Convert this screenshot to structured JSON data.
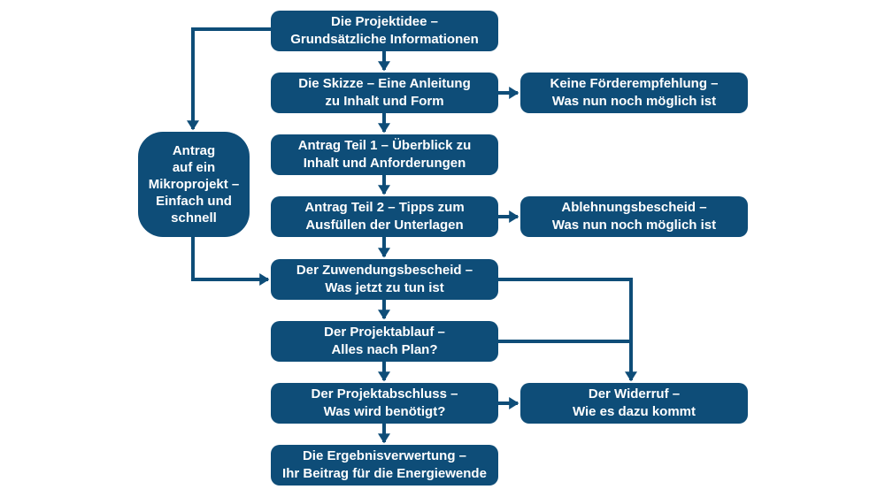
{
  "diagram": {
    "type": "flowchart",
    "language": "de",
    "colors": {
      "box": "#0e4d78",
      "line": "#0e4d78",
      "text": "#ffffff",
      "background": "#ffffff"
    },
    "nodes": {
      "main": [
        {
          "id": "projektidee",
          "label": "Die Projektidee –\nGrundsätzliche Informationen"
        },
        {
          "id": "skizze",
          "label": "Die Skizze – Eine Anleitung\nzu Inhalt und Form"
        },
        {
          "id": "antrag-teil-1",
          "label": "Antrag Teil 1 – Überblick zu\nInhalt und Anforderungen"
        },
        {
          "id": "antrag-teil-2",
          "label": "Antrag Teil 2 – Tipps zum\nAusfüllen der Unterlagen"
        },
        {
          "id": "zuwendungsbescheid",
          "label": "Der Zuwendungsbescheid –\nWas jetzt zu tun ist"
        },
        {
          "id": "projektablauf",
          "label": "Der Projektablauf –\nAlles nach Plan?"
        },
        {
          "id": "projektabschluss",
          "label": "Der Projektabschluss –\nWas wird benötigt?"
        },
        {
          "id": "ergebnisverwertung",
          "label": "Die Ergebnisverwertung –\nIhr Beitrag für die Energiewende"
        }
      ],
      "left": {
        "id": "mikroprojekt",
        "label": "Antrag\nauf ein\nMikroprojekt –\nEinfach und\nschnell"
      },
      "side": [
        {
          "id": "keine-foerderempfehlung",
          "label": "Keine Förderempfehlung –\nWas nun noch möglich ist"
        },
        {
          "id": "ablehnungsbescheid",
          "label": "Ablehnungsbescheid –\nWas nun noch möglich ist"
        },
        {
          "id": "widerruf",
          "label": "Der Widerruf –\nWie es dazu kommt"
        }
      ]
    },
    "edges": [
      {
        "from": "projektidee",
        "to": "skizze"
      },
      {
        "from": "skizze",
        "to": "antrag-teil-1"
      },
      {
        "from": "antrag-teil-1",
        "to": "antrag-teil-2"
      },
      {
        "from": "antrag-teil-2",
        "to": "zuwendungsbescheid"
      },
      {
        "from": "zuwendungsbescheid",
        "to": "projektablauf"
      },
      {
        "from": "projektablauf",
        "to": "projektabschluss"
      },
      {
        "from": "projektabschluss",
        "to": "ergebnisverwertung"
      },
      {
        "from": "skizze",
        "to": "keine-foerderempfehlung"
      },
      {
        "from": "antrag-teil-2",
        "to": "ablehnungsbescheid"
      },
      {
        "from": "projektabschluss",
        "to": "widerruf"
      },
      {
        "from": "projektidee",
        "to": "mikroprojekt"
      },
      {
        "from": "mikroprojekt",
        "to": "zuwendungsbescheid"
      },
      {
        "from": "zuwendungsbescheid",
        "to": "widerruf"
      },
      {
        "from": "projektablauf",
        "to": "widerruf"
      }
    ]
  }
}
